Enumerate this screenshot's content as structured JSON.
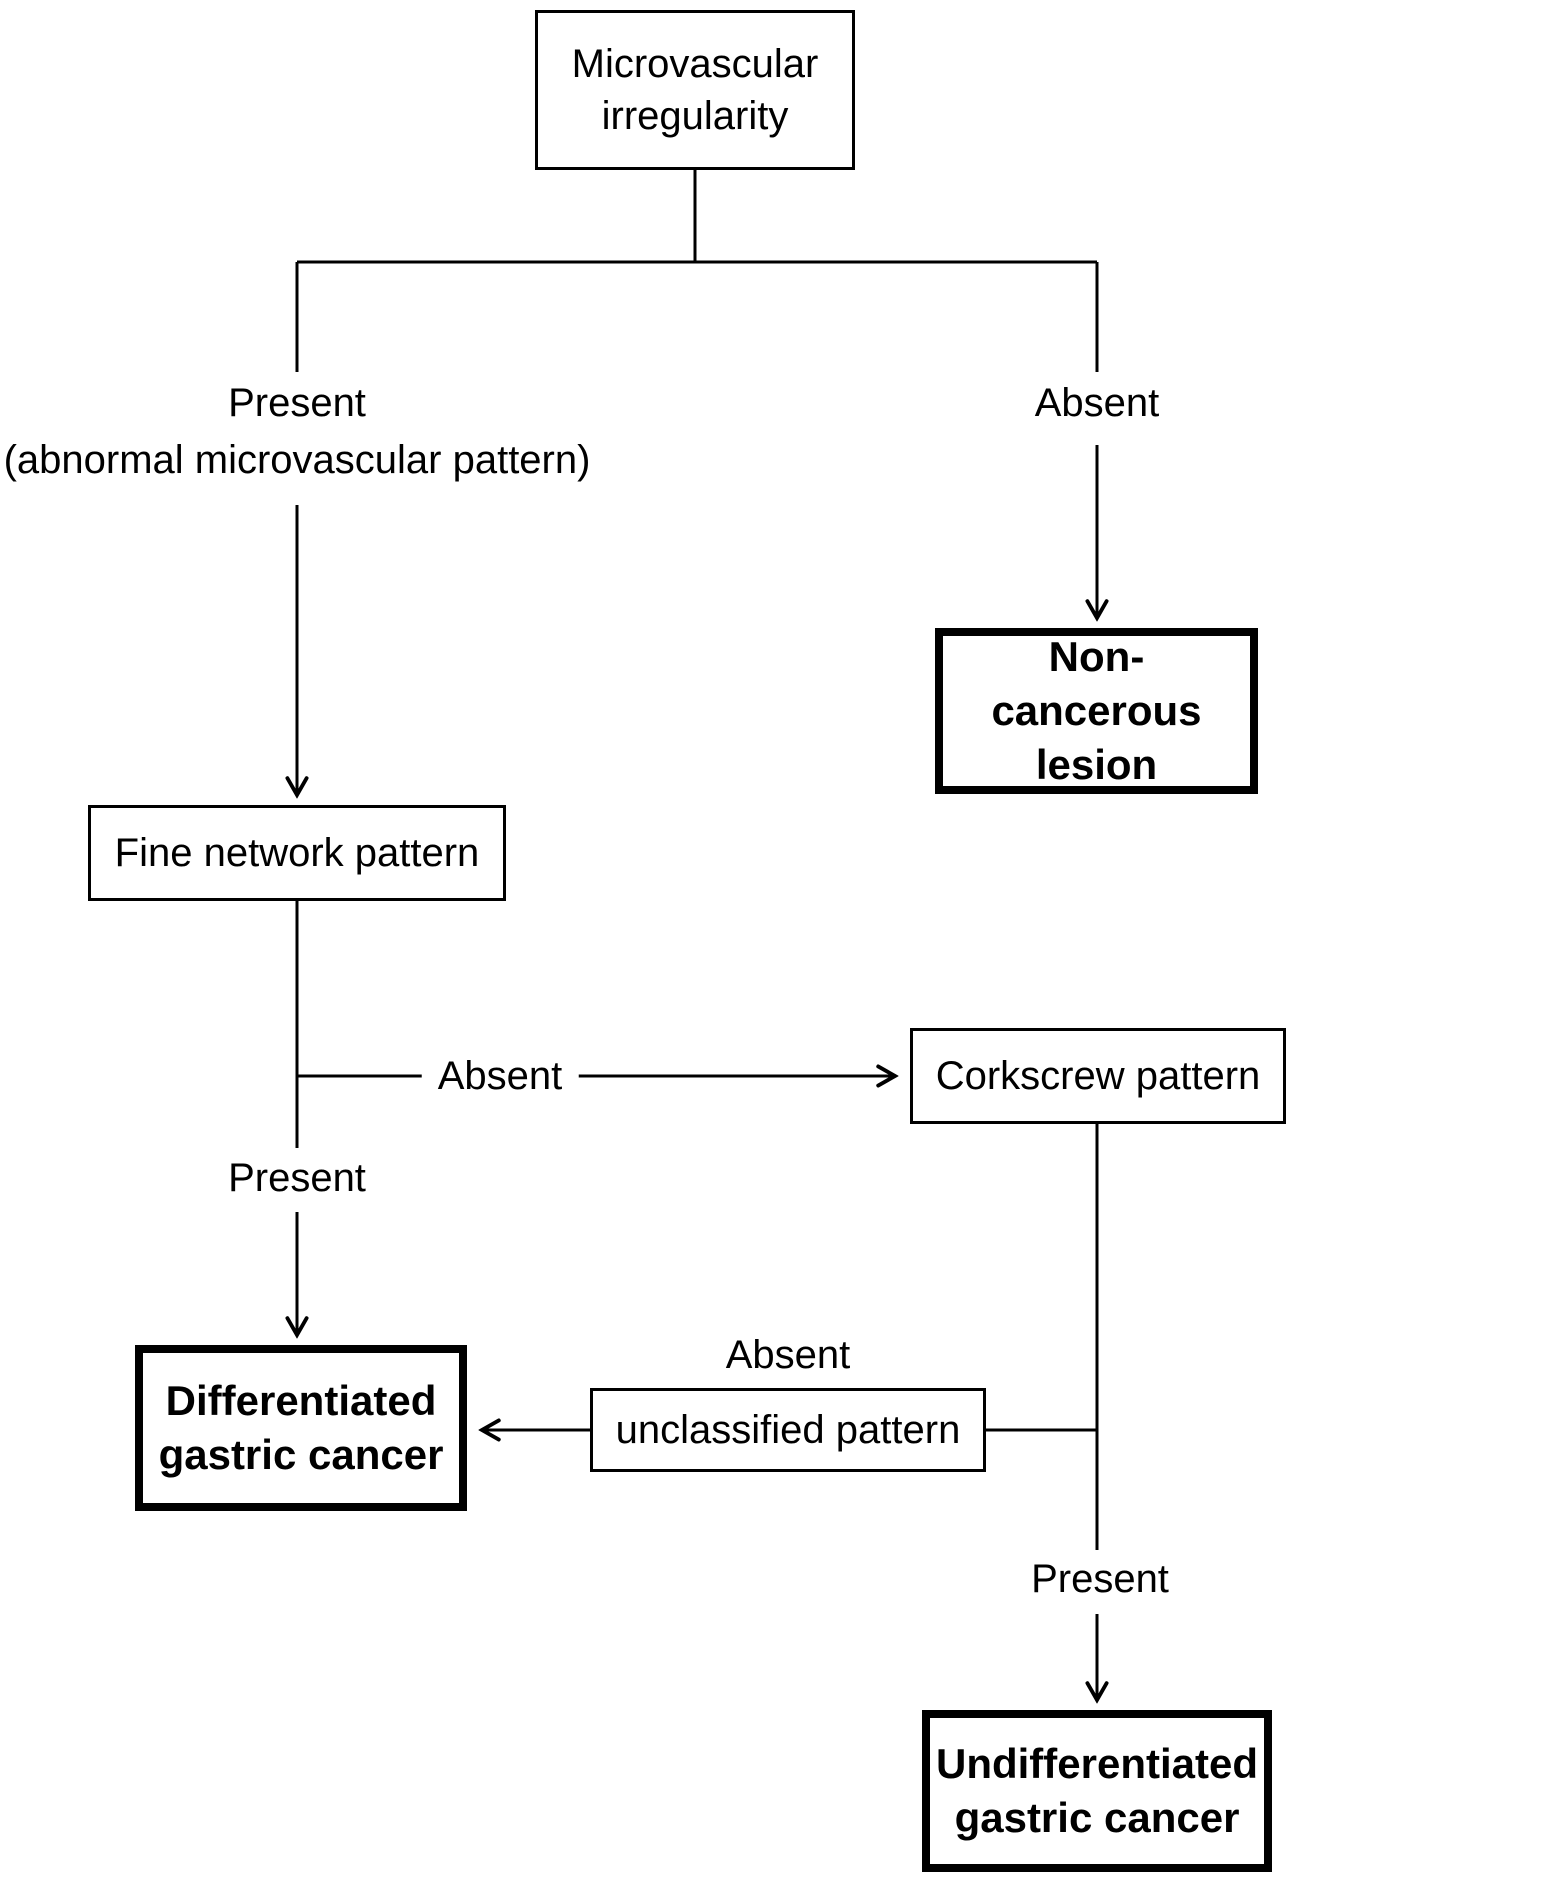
{
  "flowchart": {
    "nodes": {
      "root": {
        "lines": [
          "Microvascular",
          "irregularity"
        ]
      },
      "non_cancerous": {
        "lines": [
          "Non-cancerous",
          "lesion"
        ]
      },
      "fine_network": {
        "lines": [
          "Fine network pattern"
        ]
      },
      "corkscrew": {
        "lines": [
          "Corkscrew pattern"
        ]
      },
      "unclassified": {
        "lines": [
          "unclassified pattern"
        ]
      },
      "differentiated": {
        "lines": [
          "Differentiated",
          "gastric cancer"
        ]
      },
      "undifferentiated": {
        "lines": [
          "Undifferentiated",
          "gastric cancer"
        ]
      }
    },
    "edge_labels": {
      "present_top": "Present",
      "present_top_sub": "(abnormal microvascular pattern)",
      "absent_top": "Absent",
      "absent_branch": "Absent",
      "present_left": "Present",
      "absent_unclassified": "Absent",
      "present_right": "Present"
    },
    "colors": {
      "line": "#000000",
      "background": "#ffffff",
      "text": "#000000"
    }
  }
}
